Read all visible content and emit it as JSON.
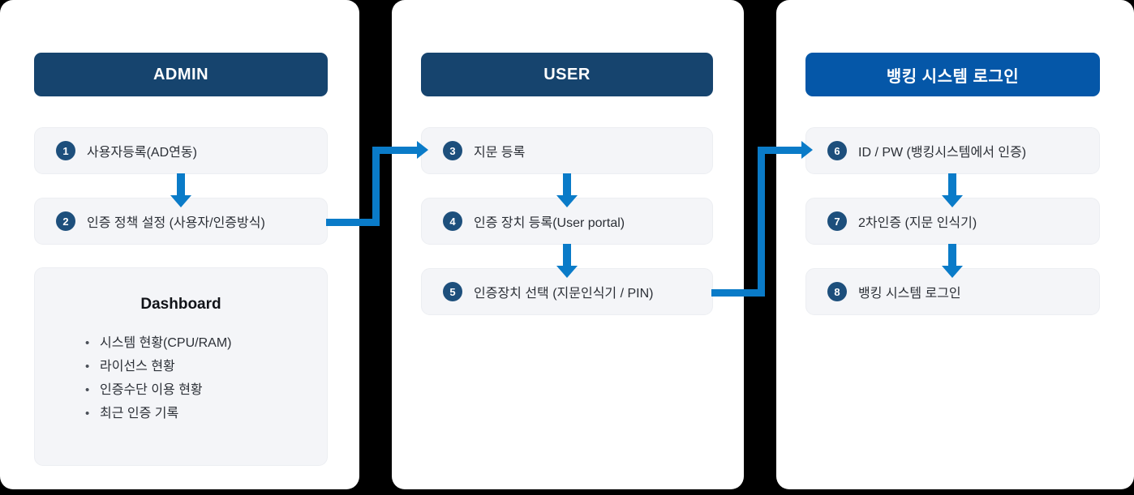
{
  "columns": [
    {
      "id": "admin",
      "header": "ADMIN",
      "header_color": "#16446e",
      "steps": [
        {
          "number": "1",
          "label": "사용자등록(AD연동)"
        },
        {
          "number": "2",
          "label": "인증 정책 설정 (사용자/인증방식)"
        }
      ],
      "dashboard": {
        "title": "Dashboard",
        "items": [
          "시스템 현황(CPU/RAM)",
          "라이선스 현황",
          "인증수단 이용 현황",
          "최근 인증 기록"
        ]
      }
    },
    {
      "id": "user",
      "header": "USER",
      "header_color": "#16446e",
      "steps": [
        {
          "number": "3",
          "label": "지문 등록"
        },
        {
          "number": "4",
          "label": "인증 장치 등록(User portal)"
        },
        {
          "number": "5",
          "label": "인증장치 선택 (지문인식기 / PIN)"
        }
      ]
    },
    {
      "id": "banking",
      "header": "뱅킹 시스템 로그인",
      "header_color": "#0557a8",
      "steps": [
        {
          "number": "6",
          "label": "ID / PW (뱅킹시스템에서 인증)"
        },
        {
          "number": "7",
          "label": "2차인증 (지문 인식기)"
        },
        {
          "number": "8",
          "label": "뱅킹 시스템 로그인"
        }
      ]
    }
  ],
  "colors": {
    "arrow": "#0a7bc8",
    "badge": "#1d4f7c",
    "card_bg": "#f4f5f8",
    "panel_bg": "#ffffff",
    "background": "#000000",
    "header_navy": "#16446e",
    "header_bright": "#0557a8"
  }
}
